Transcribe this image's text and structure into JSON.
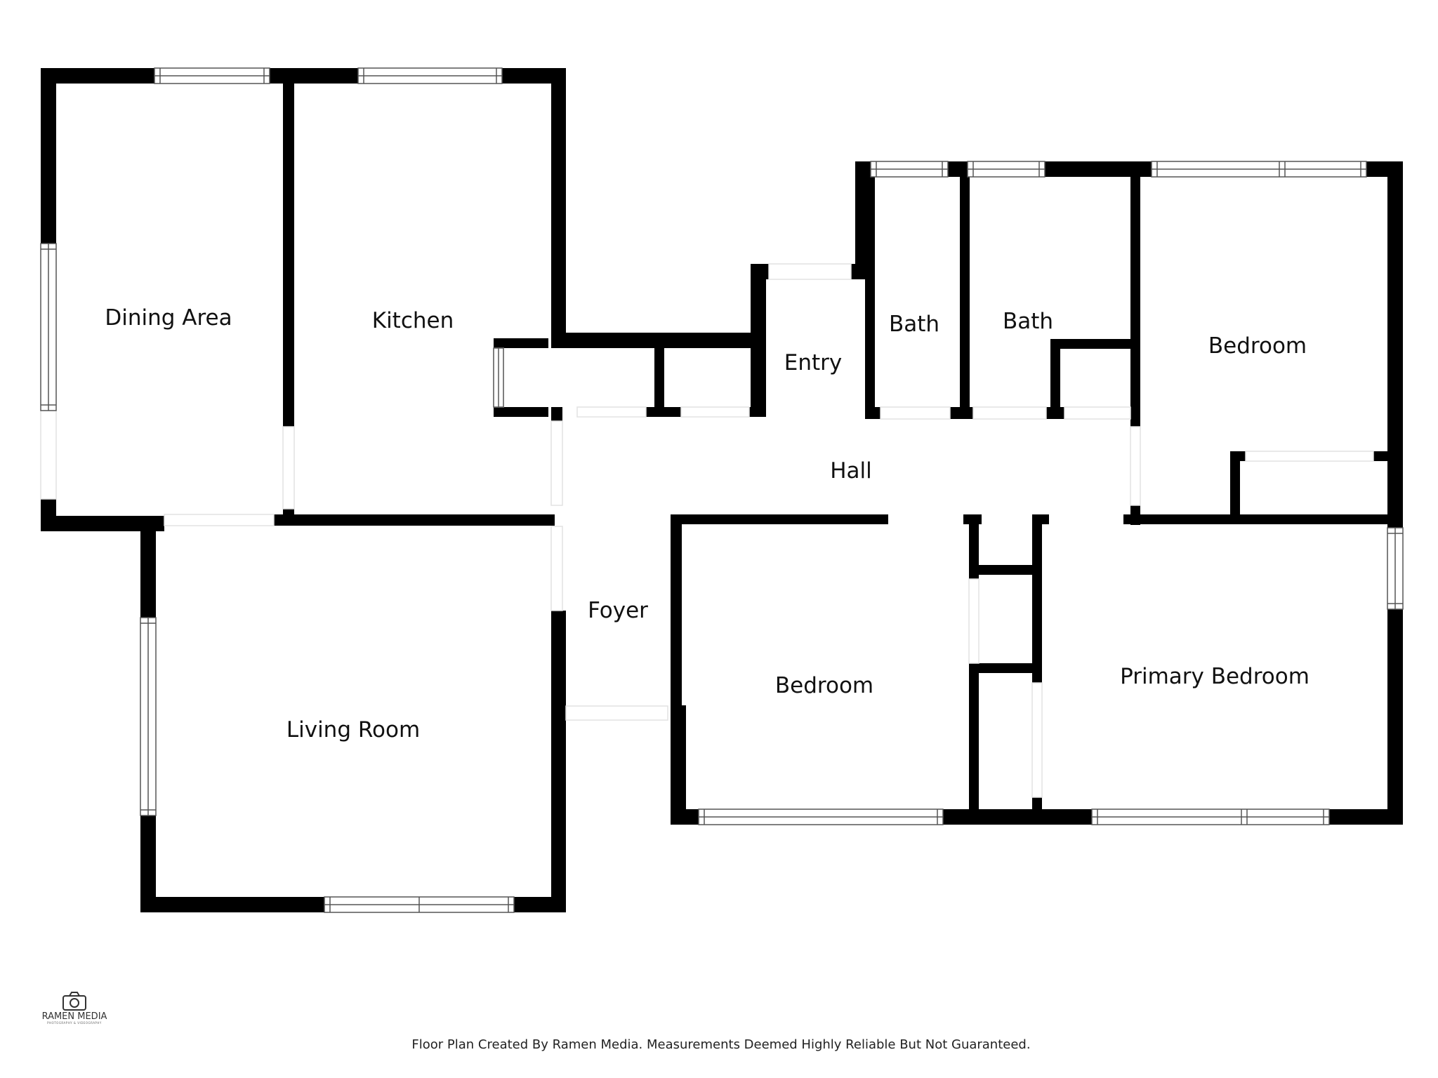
{
  "rooms": {
    "dining_area": "Dining Area",
    "kitchen": "Kitchen",
    "entry": "Entry",
    "bath_1": "Bath",
    "bath_2": "Bath",
    "bedroom_ne": "Bedroom",
    "hall": "Hall",
    "foyer": "Foyer",
    "living_room": "Living Room",
    "bedroom_s": "Bedroom",
    "primary_bedroom": "Primary Bedroom"
  },
  "logo": {
    "name": "RAMEN MEDIA",
    "tagline": "PHOTOGRAPHY & VIDEOGRAPHY",
    "icon": "camera-icon"
  },
  "footer": {
    "note": "Floor Plan Created By Ramen Media. Measurements Deemed Highly Reliable But Not Guaranteed."
  },
  "colors": {
    "wall": "#000000",
    "background": "#ffffff",
    "opening": "#e6e6e6"
  }
}
